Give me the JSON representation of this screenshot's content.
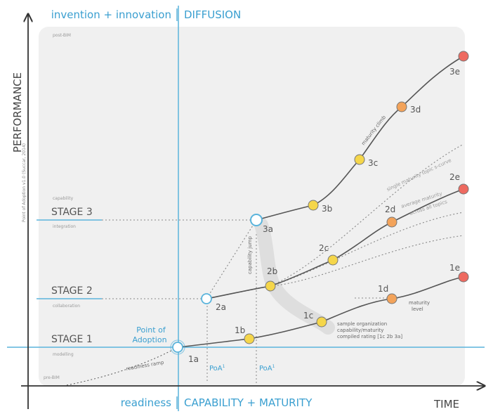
{
  "header": {
    "left": "invention + innovation",
    "right": "DIFFUSION"
  },
  "footer": {
    "left": "readiness",
    "right": "CAPABILITY + MATURITY"
  },
  "axes": {
    "y_label": "PERFORMANCE",
    "x_label": "TIME",
    "citation": "Point of Adoption v1.0 (Succar, 2014)"
  },
  "levels": {
    "post_bim": "post-BIM",
    "capability": "capability",
    "stage3": "STAGE 3",
    "integration": "integration",
    "stage2": "STAGE 2",
    "collaboration": "collaboration",
    "stage1": "STAGE 1",
    "modelling": "modelling",
    "pre_bim": "pre-BIM"
  },
  "poa": {
    "line1": "Point of",
    "line2": "Adoption",
    "poa1": "PoA",
    "poa1_sup": "1",
    "poa2": "PoA",
    "poa2_sup": "1"
  },
  "annotations": {
    "readiness_ramp": "readiness ramp",
    "capability_jump": "capability jump",
    "maturity_climb": "maturity climb",
    "single_topic": "single maturity topic s-curve",
    "average_maturity": "average maturity",
    "across_topics": "across all topics",
    "maturity_level_1": "maturity",
    "maturity_level_2": "level",
    "sample_1": "sample organization",
    "sample_2": "capability/maturity",
    "sample_3": "compiled rating [1c 2b 3a]"
  },
  "points": {
    "1a": "1a",
    "1b": "1b",
    "1c": "1c",
    "1d": "1d",
    "1e": "1e",
    "2a": "2a",
    "2b": "2b",
    "2c": "2c",
    "2d": "2d",
    "2e": "2e",
    "3a": "3a",
    "3b": "3b",
    "3c": "3c",
    "3d": "3d",
    "3e": "3e"
  },
  "colors": {
    "axis": "#333333",
    "accent_line": "#5ab4dc",
    "accent_text": "#3a9fd0",
    "curve": "#555555",
    "panel": "#f0f0f0",
    "yellow": "#f5d64a",
    "orange": "#f3a35a",
    "red": "#ee6a60",
    "hollow_stroke": "#5ab4dc"
  }
}
